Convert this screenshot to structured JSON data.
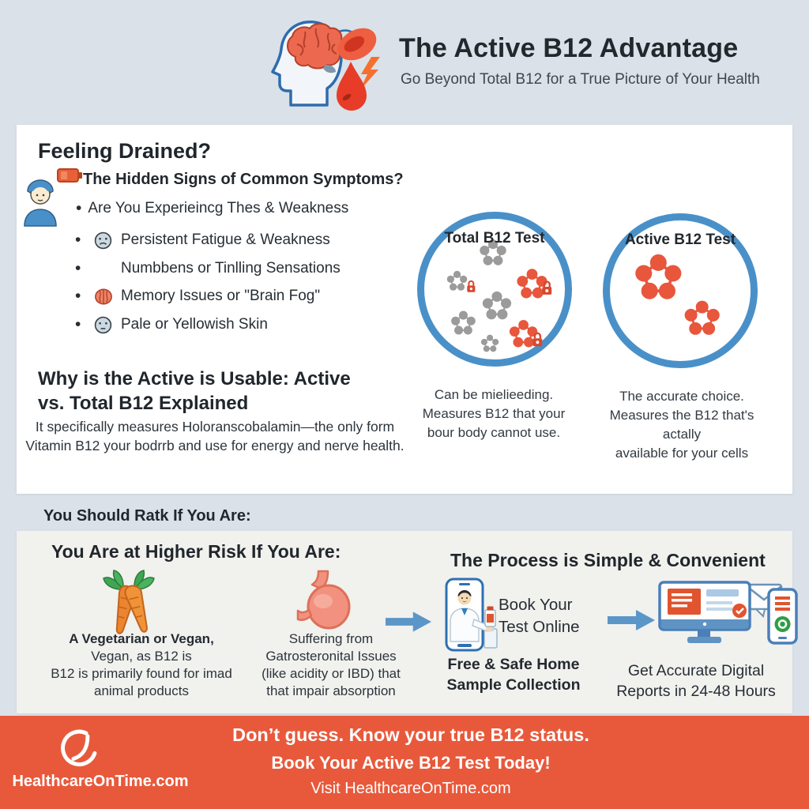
{
  "header": {
    "title": "The Active B12 Advantage",
    "subtitle": "Go Beyond Total B12 for a True Picture of Your Health"
  },
  "symptoms": {
    "heading": "Feeling Drained?",
    "subheading": "The Hidden Signs of Common Symptoms?",
    "intro": "Are You Experieincg Thes & Weakness",
    "items": [
      {
        "icon": "sad-face-icon",
        "text": "Persistent Fatigue & Weakness"
      },
      {
        "icon": "",
        "text": "Numbbens or Tinlling Sensations"
      },
      {
        "icon": "brain-icon",
        "text": "Memory Issues or \"Brain Fog\""
      },
      {
        "icon": "pale-face-icon",
        "text": "Pale or Yellowish Skin"
      }
    ]
  },
  "explainer": {
    "heading": "Why is the Active is Usable: Active\nvs. Total B12 Explained",
    "body": "It specifically measures Holoranscobalamin—the only form\nVitamin B12 your bodrrb and use for energy and nerve health."
  },
  "comparison": {
    "total": {
      "label": "Total B12 Test",
      "caption": "Can be mielieeding.\nMeasures B12 that your\nbour body cannot use."
    },
    "active": {
      "label": "Active B12 Test",
      "caption": "The accurate choice.\nMeasures the B12 that's actally\navailable for your cells"
    }
  },
  "risk_banner": "You Should Ratk If You Are:",
  "risk": {
    "heading": "You Are at Higher Risk If You Are:",
    "items": [
      {
        "icon": "carrots-icon",
        "title": "A Vegetarian or Vegan,",
        "body": "Vegan, as B12 is\nB12 is primarily found for imad\nanimal products"
      },
      {
        "icon": "stomach-icon",
        "title": "",
        "body": "Suffering from\nGatrosteronital Issues\n(like acidity or IBD) that\nthat impair absorption"
      }
    ]
  },
  "process": {
    "heading": "The Process is Simple & Convenient",
    "step1_label": "Book Your\nTest Online",
    "step1_caption": "Free & Safe Home\nSample Collection",
    "step2_caption": "Get Accurate Digital\nReports in 24-48 Hours"
  },
  "footer": {
    "brand": "HealthcareOnTime.com",
    "line1": "Don’t guess. Know your true B12 status.",
    "line2": "Book Your Active B12 Test Today!",
    "line3": "Visit HealthcareOnTime.com"
  },
  "colors": {
    "page_bg": "#dae1e8",
    "accent_orange": "#e8593b",
    "circle_blue": "#4a90c8",
    "molecule_gray": "#9b9b9b",
    "molecule_orange": "#e8563c"
  }
}
